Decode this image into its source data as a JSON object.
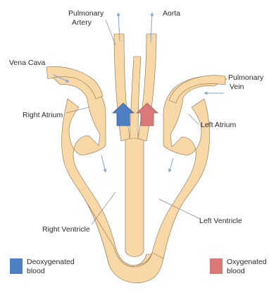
{
  "labels": {
    "pulmonary_artery_1": "Pulmonary",
    "pulmonary_artery_2": "Artery",
    "aorta": "Aorta",
    "vena_cava": "Vena Cava",
    "pulmonary_vein_1": "Pulmonary",
    "pulmonary_vein_2": "Vein",
    "right_atrium": "Right Atrium",
    "left_atrium": "Left Atrium",
    "right_ventricle": "Right Ventricle",
    "left_ventricle": "Left Ventricle"
  },
  "legend": {
    "deoxygenated_1": "Deoxygenated",
    "deoxygenated_2": "blood",
    "oxygenated_1": "Oxygenated",
    "oxygenated_2": "blood"
  },
  "colors": {
    "tissue": "#f9d8a8",
    "outline": "#8a6d4a",
    "deoxygenated": "#4f7fc3",
    "oxygenated": "#d97a78",
    "pointer": "#7fa6d6"
  }
}
